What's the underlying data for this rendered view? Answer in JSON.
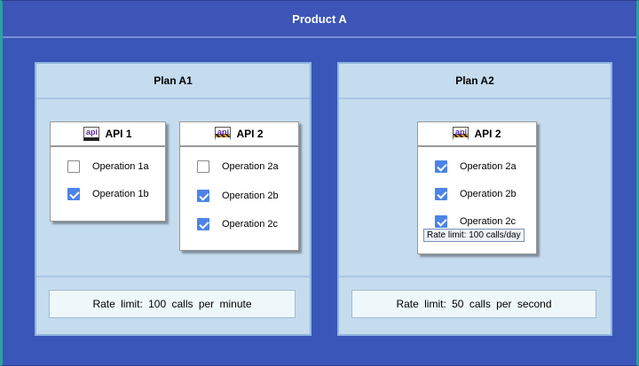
{
  "product": {
    "title": "Product A"
  },
  "plans": [
    {
      "title": "Plan A1",
      "rate_limit": "Rate limit:  100  calls  per  minute",
      "apis": [
        {
          "name": "API 1",
          "icon": "api-icon-dark",
          "icon_label": "api",
          "operations": [
            {
              "label": "Operation 1a",
              "checked": false
            },
            {
              "label": "Operation 1b",
              "checked": true
            }
          ]
        },
        {
          "name": "API 2",
          "icon": "api-icon-warning",
          "icon_label": "api",
          "operations": [
            {
              "label": "Operation 2a",
              "checked": false
            },
            {
              "label": "Operation 2b",
              "checked": true
            },
            {
              "label": "Operation 2c",
              "checked": true
            }
          ]
        }
      ]
    },
    {
      "title": "Plan A2",
      "rate_limit": "Rate limit:  50  calls  per  second",
      "apis": [
        {
          "name": "API 2",
          "icon": "api-icon-warning",
          "icon_label": "api",
          "tooltip": "Rate limit: 100 calls/day",
          "operations": [
            {
              "label": "Operation 2a",
              "checked": true
            },
            {
              "label": "Operation 2b",
              "checked": true
            },
            {
              "label": "Operation 2c",
              "checked": true
            }
          ]
        }
      ]
    }
  ],
  "colors": {
    "product_bg": "#3a56b8",
    "plan_bg": "#c5dbee",
    "checkbox_checked": "#4d84e6"
  }
}
